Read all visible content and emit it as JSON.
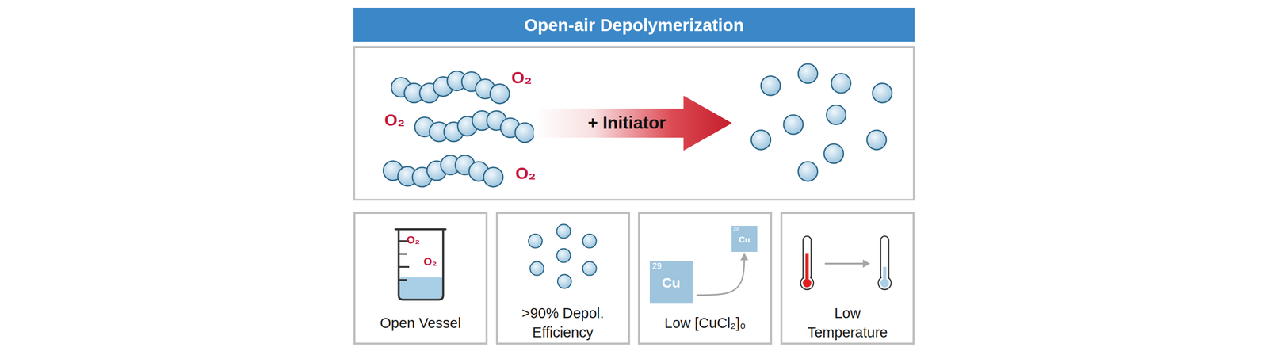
{
  "diagram": {
    "nodes": [
      {
        "text": [
          "Open-air Depolymerization"
        ]
      },
      {
        "text": [
          "+ Initiator"
        ]
      },
      {
        "text": [
          "Open Vessel"
        ]
      },
      {
        "text": [
          ">90% Depol. Efficiency"
        ]
      },
      {
        "text": [
          "Low [CuCl₂]₀"
        ]
      },
      {
        "text": [
          "29",
          "Cu"
        ],
        "in": 4
      },
      {
        "text": [
          "29",
          "Cu"
        ],
        "in": 4
      },
      {
        "text": [
          "Low Temperature"
        ]
      }
    ],
    "edges": [
      {
        "from": 5,
        "to": 6,
        "arrow": "to"
      }
    ],
    "labels": [
      "O₂",
      "O₂",
      "O₂",
      "O₂",
      "O₂"
    ]
  }
}
